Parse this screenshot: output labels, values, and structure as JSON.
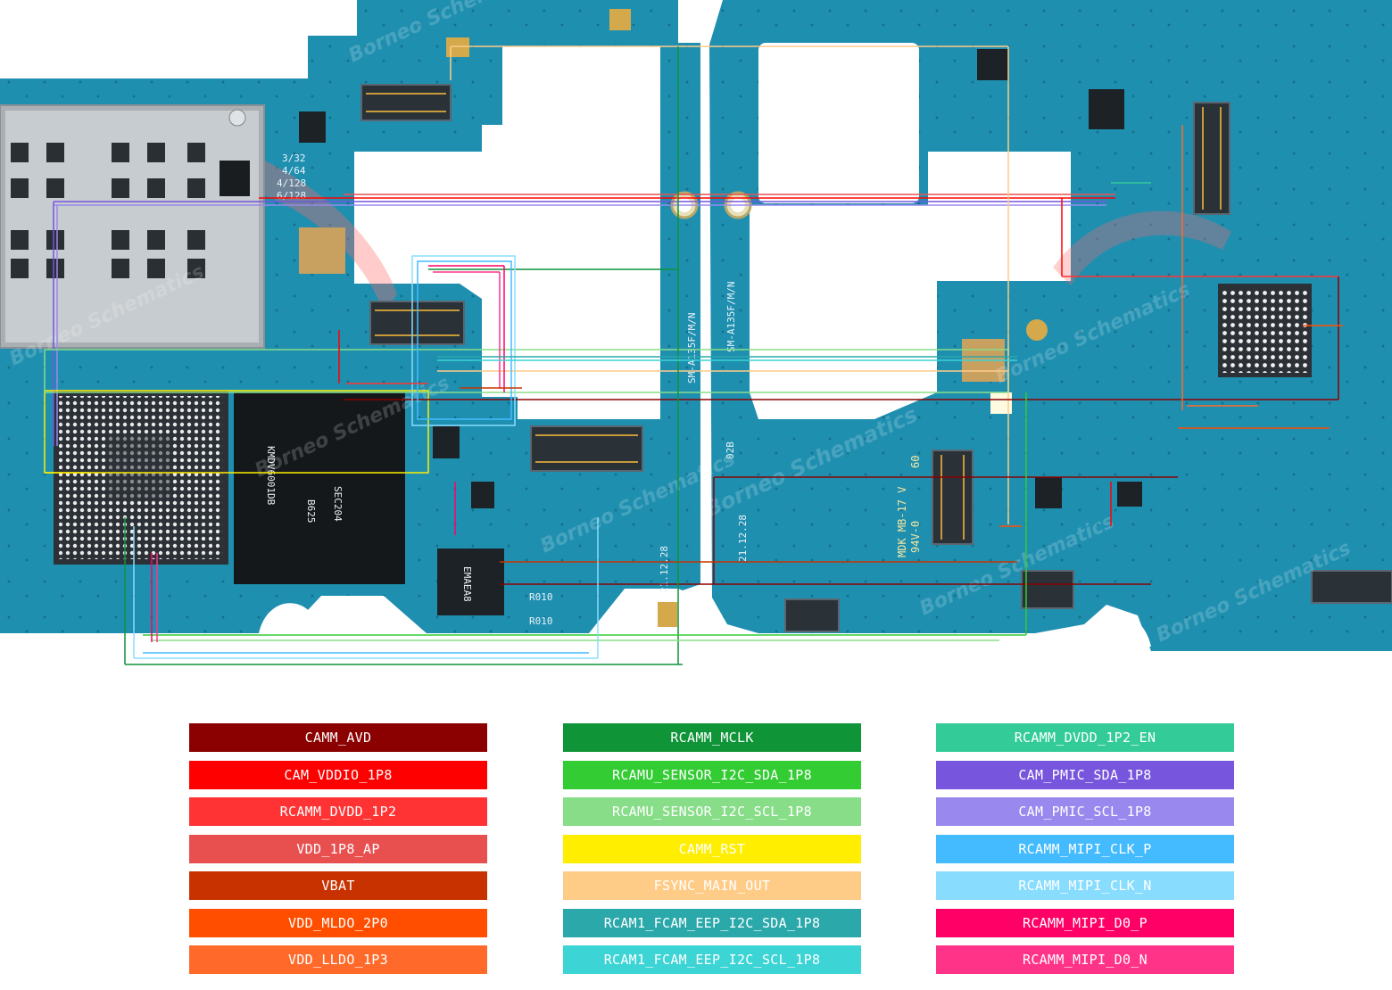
{
  "board": {
    "left_labels": {
      "model": "SM-A135F/M/N",
      "date": "21.12.28",
      "chip_a": "SEC204",
      "chip_b": "B625",
      "chip_c": "KMDV6001DB",
      "chip_d": "EMAEA8",
      "capacity_1": "3/32",
      "capacity_2": "4/64",
      "capacity_3": "4/128",
      "capacity_4": "6/128",
      "res_1": "R010",
      "res_2": "R010"
    },
    "right_labels": {
      "model": "SM-A135F/M/N",
      "date": "21.12.28",
      "code": "02B",
      "vendor_1": "MDK MB-17 V",
      "vendor_2": "94V-0",
      "num": "60"
    },
    "watermark": "Borneo Schematics"
  },
  "legend": {
    "columns": [
      [
        {
          "label": "CAMM_AVD",
          "color": "#8b0000"
        },
        {
          "label": "CAM_VDDIO_1P8",
          "color": "#ff0000"
        },
        {
          "label": "RCAMM_DVDD_1P2",
          "color": "#ff3333"
        },
        {
          "label": "VDD_1P8_AP",
          "color": "#e85050"
        },
        {
          "label": "VBAT",
          "color": "#c83200"
        },
        {
          "label": "VDD_MLDO_2P0",
          "color": "#ff4e00"
        },
        {
          "label": "VDD_LLDO_1P3",
          "color": "#ff6a2a"
        }
      ],
      [
        {
          "label": "RCAMM_MCLK",
          "color": "#0f9438"
        },
        {
          "label": "RCAMU_SENSOR_I2C_SDA_1P8",
          "color": "#33cc33"
        },
        {
          "label": "RCAMU_SENSOR_I2C_SCL_1P8",
          "color": "#88dd88"
        },
        {
          "label": "CAMM_RST",
          "color": "#ffee00"
        },
        {
          "label": "FSYNC_MAIN_OUT",
          "color": "#ffcc88"
        },
        {
          "label": "RCAM1_FCAM_EEP_I2C_SDA_1P8",
          "color": "#2aa8aa"
        },
        {
          "label": "RCAM1_FCAM_EEP_I2C_SCL_1P8",
          "color": "#3cd4d4"
        }
      ],
      [
        {
          "label": "RCAMM_DVDD_1P2_EN",
          "color": "#33cc99"
        },
        {
          "label": "CAM_PMIC_SDA_1P8",
          "color": "#7755dd"
        },
        {
          "label": "CAM_PMIC_SCL_1P8",
          "color": "#9988ee"
        },
        {
          "label": "RCAMM_MIPI_CLK_P",
          "color": "#44bbff"
        },
        {
          "label": "RCAMM_MIPI_CLK_N",
          "color": "#88ddff"
        },
        {
          "label": "RCAMM_MIPI_D0_P",
          "color": "#ff0066"
        },
        {
          "label": "RCAMM_MIPI_D0_N",
          "color": "#ff3388"
        }
      ]
    ]
  }
}
